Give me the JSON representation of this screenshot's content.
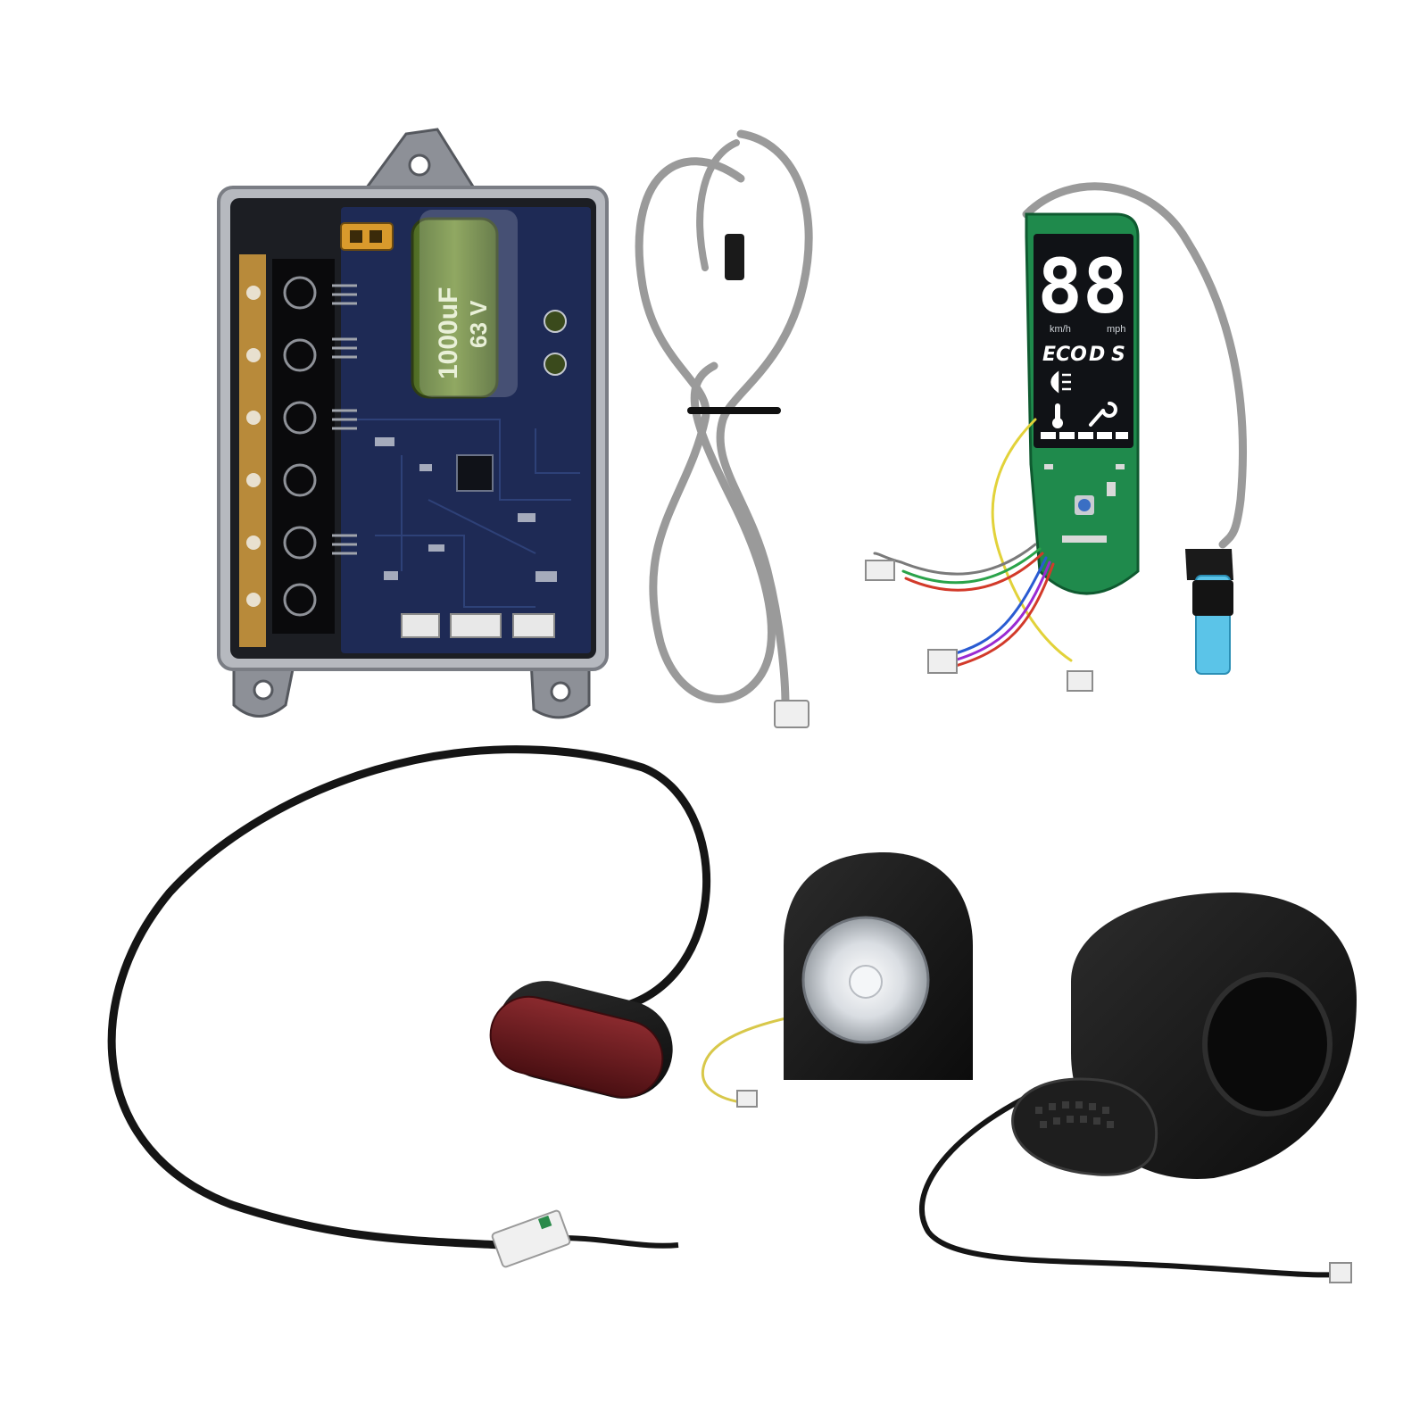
{
  "scene": {
    "background": "#ffffff",
    "items": [
      "controller-board",
      "extension-cable",
      "dashboard-board",
      "tail-light",
      "front-light",
      "throttle"
    ]
  },
  "controller": {
    "capacitor_value": "1000uF",
    "capacitor_voltage": "63 V",
    "colors": {
      "pcb": "#1e2a55",
      "shell": "#a9acb3",
      "terminal": "#b88a3a",
      "capacitor": "#5d7a2e"
    }
  },
  "dashboard": {
    "speed_digits": "88",
    "unit_left": "km/h",
    "unit_right": "mph",
    "mode_eco": "ECO",
    "mode_d": "D",
    "mode_s": "S",
    "colors": {
      "pcb": "#1f8a4c",
      "display": "#101216",
      "segment": "#ffffff",
      "connector": "#5bc4e8"
    }
  },
  "cables": {
    "colors": {
      "grey": "#9a9a9a",
      "black": "#151515"
    }
  },
  "lights": {
    "colors": {
      "tail_lens": "#6e1a1e",
      "housing": "#1b1b1b"
    }
  }
}
